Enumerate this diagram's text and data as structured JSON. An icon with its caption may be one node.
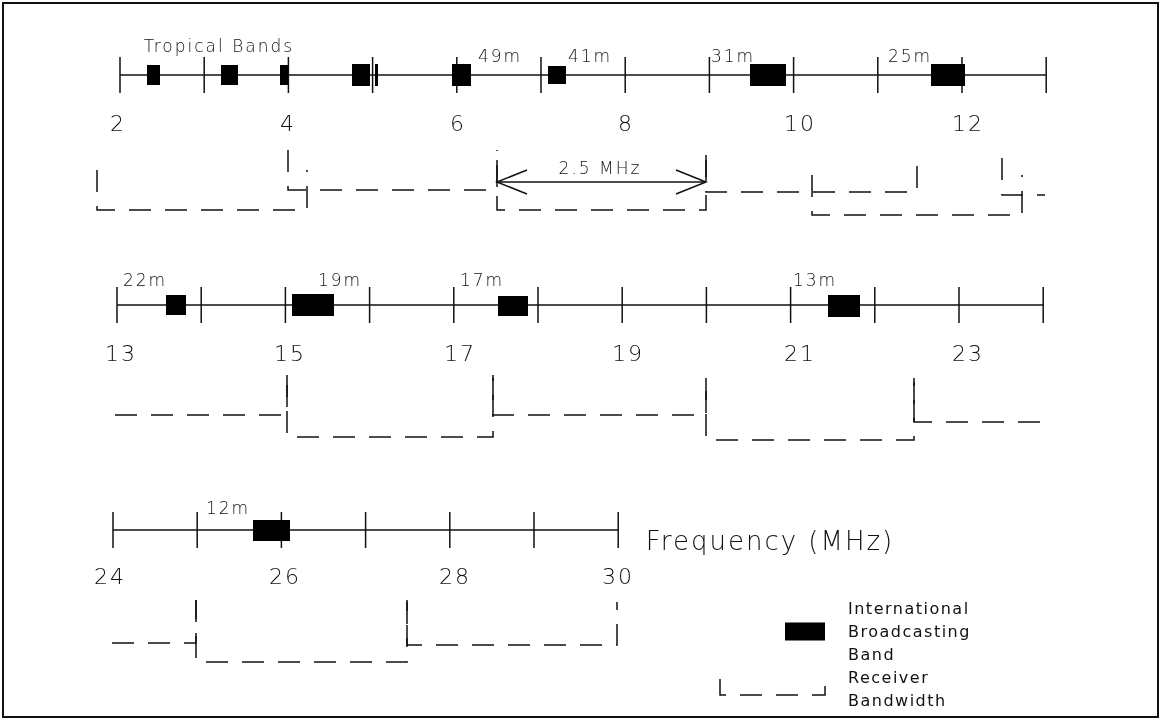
{
  "diagram": {
    "labels": [
      "Tropical Bands",
      "49m",
      "41m",
      "31m",
      "25m",
      "2",
      "4",
      "6",
      "8",
      "10",
      "12",
      "2.5 MHz",
      "22m",
      "19m",
      "17m",
      "13m",
      "13",
      "15",
      "17",
      "19",
      "21",
      "23",
      "12m",
      "Frequency (MHz)",
      "24",
      "26",
      "28",
      "30"
    ],
    "legend": [
      {
        "text": "International Broadcasting Band",
        "color": "#000000"
      },
      {
        "text": "Receiver Bandwidth"
      }
    ]
  }
}
